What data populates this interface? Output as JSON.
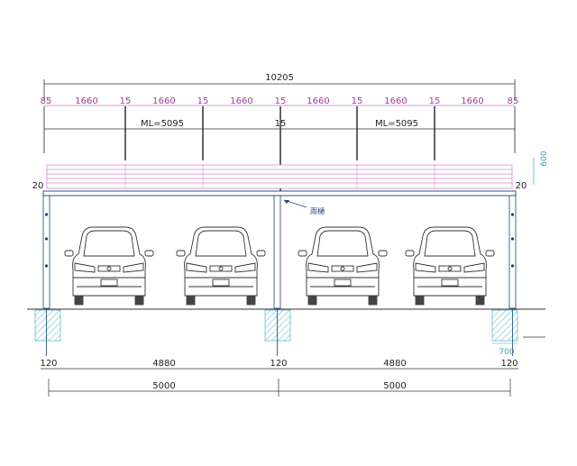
{
  "drawing": {
    "total_width": "10205",
    "top_dims": [
      "85",
      "1660",
      "15",
      "1660",
      "15",
      "1660",
      "15",
      "1660",
      "15",
      "1660",
      "15",
      "1660",
      "85"
    ],
    "ml_left": "ML=5095",
    "ml_mid": "15",
    "ml_right": "ML=5095",
    "side_left": "20",
    "side_right": "20",
    "vertical_dim": "600",
    "gutter_label": "雨樋",
    "footing_dim": "700",
    "bottom_dims": [
      "120",
      "4880",
      "120",
      "4880",
      "120"
    ],
    "span_dims": [
      "5000",
      "5000"
    ],
    "cars": 4,
    "colors": {
      "line": "#333333",
      "magenta": "#a0409a",
      "cyan": "#2aa6b8",
      "blue": "#1a3f7a",
      "roof": "#d98ad4"
    }
  }
}
